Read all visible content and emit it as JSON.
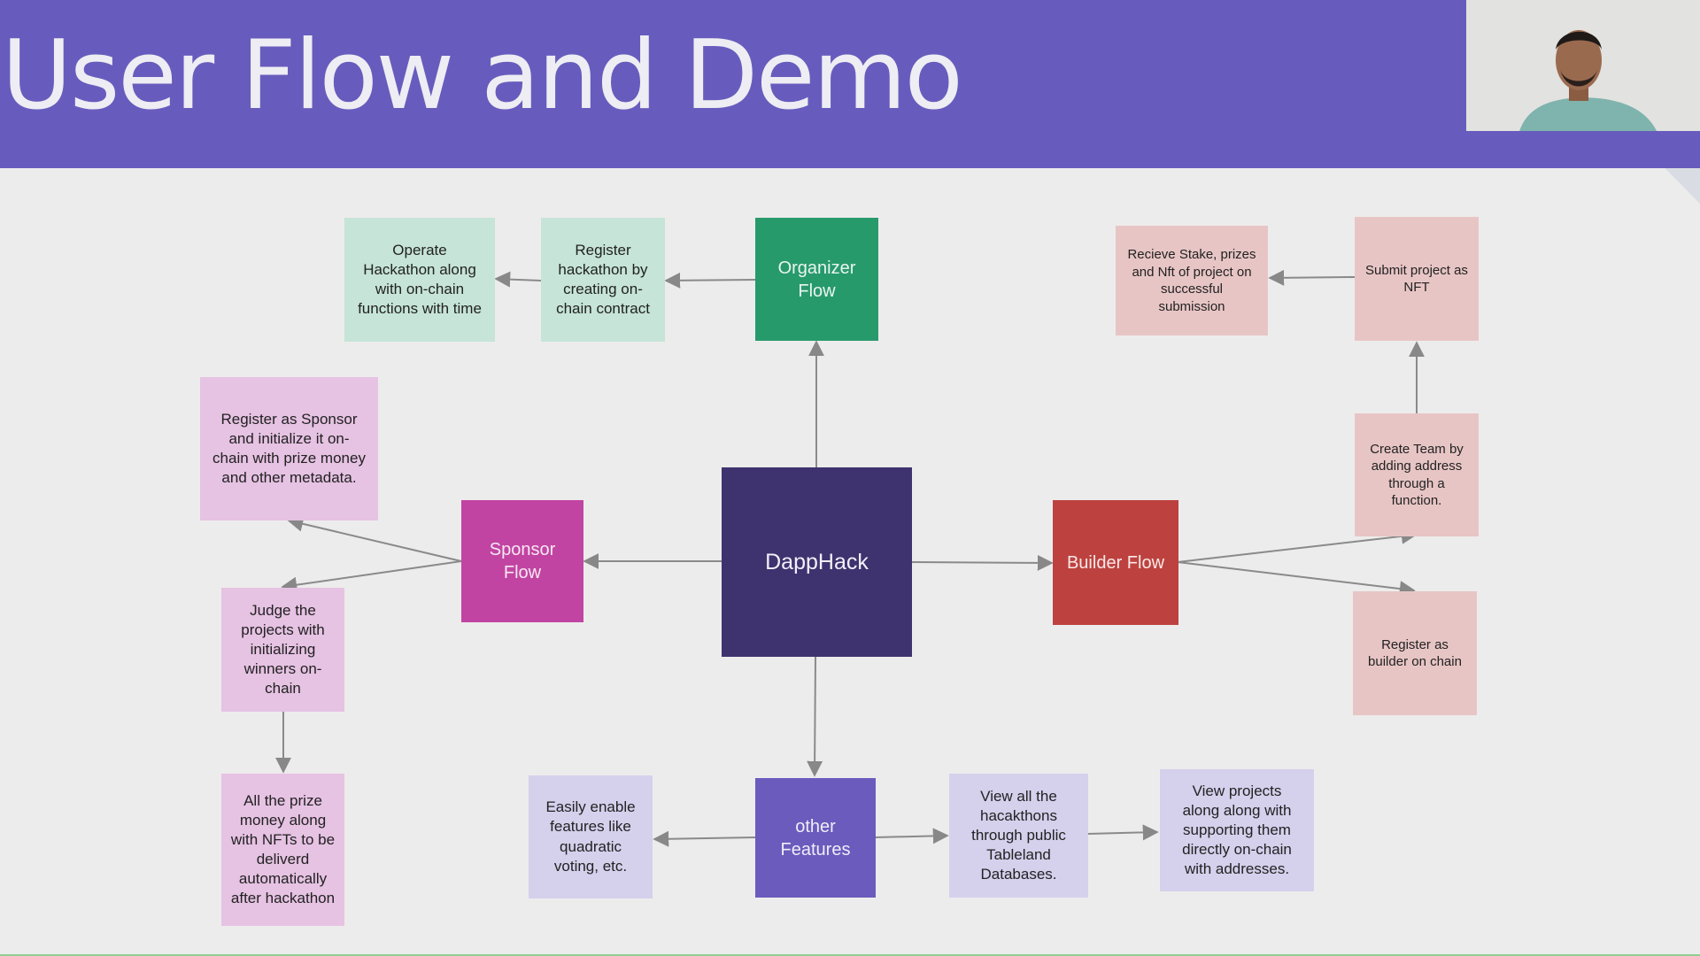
{
  "slide": {
    "title": "User Flow and Demo"
  },
  "colors": {
    "header": "#675cbd",
    "center": "#3e336f",
    "organizer": "#279a6c",
    "organizer_light": "#c6e4d8",
    "sponsor": "#c244a2",
    "sponsor_light": "#e6c2e3",
    "builder": "#bd423f",
    "builder_light": "#e8c5c5",
    "features": "#6a5bbd",
    "features_light": "#d5d0ec"
  },
  "diagram": {
    "center": "DappHack",
    "organizer": {
      "label": "Organizer Flow",
      "steps": [
        "Register hackathon by creating on-chain contract",
        "Operate Hackathon along with on-chain functions with time"
      ]
    },
    "sponsor": {
      "label": "Sponsor Flow",
      "steps": [
        "Register as Sponsor and initialize it on-chain with prize money and other metadata.",
        "Judge the projects with initializing winners on-chain",
        "All the prize money along with NFTs to be deliverd automatically after hackathon"
      ]
    },
    "builder": {
      "label": "Builder Flow",
      "steps": [
        "Create Team by adding address through a function.",
        "Register as builder on chain",
        "Submit project as NFT",
        "Recieve Stake, prizes and Nft of project on successful submission"
      ]
    },
    "features": {
      "label": "other Features",
      "items": [
        "Easily enable features like quadratic voting, etc.",
        "View all the hacakthons through public Tableland Databases.",
        "View projects along along with supporting them directly on-chain with addresses."
      ]
    }
  }
}
